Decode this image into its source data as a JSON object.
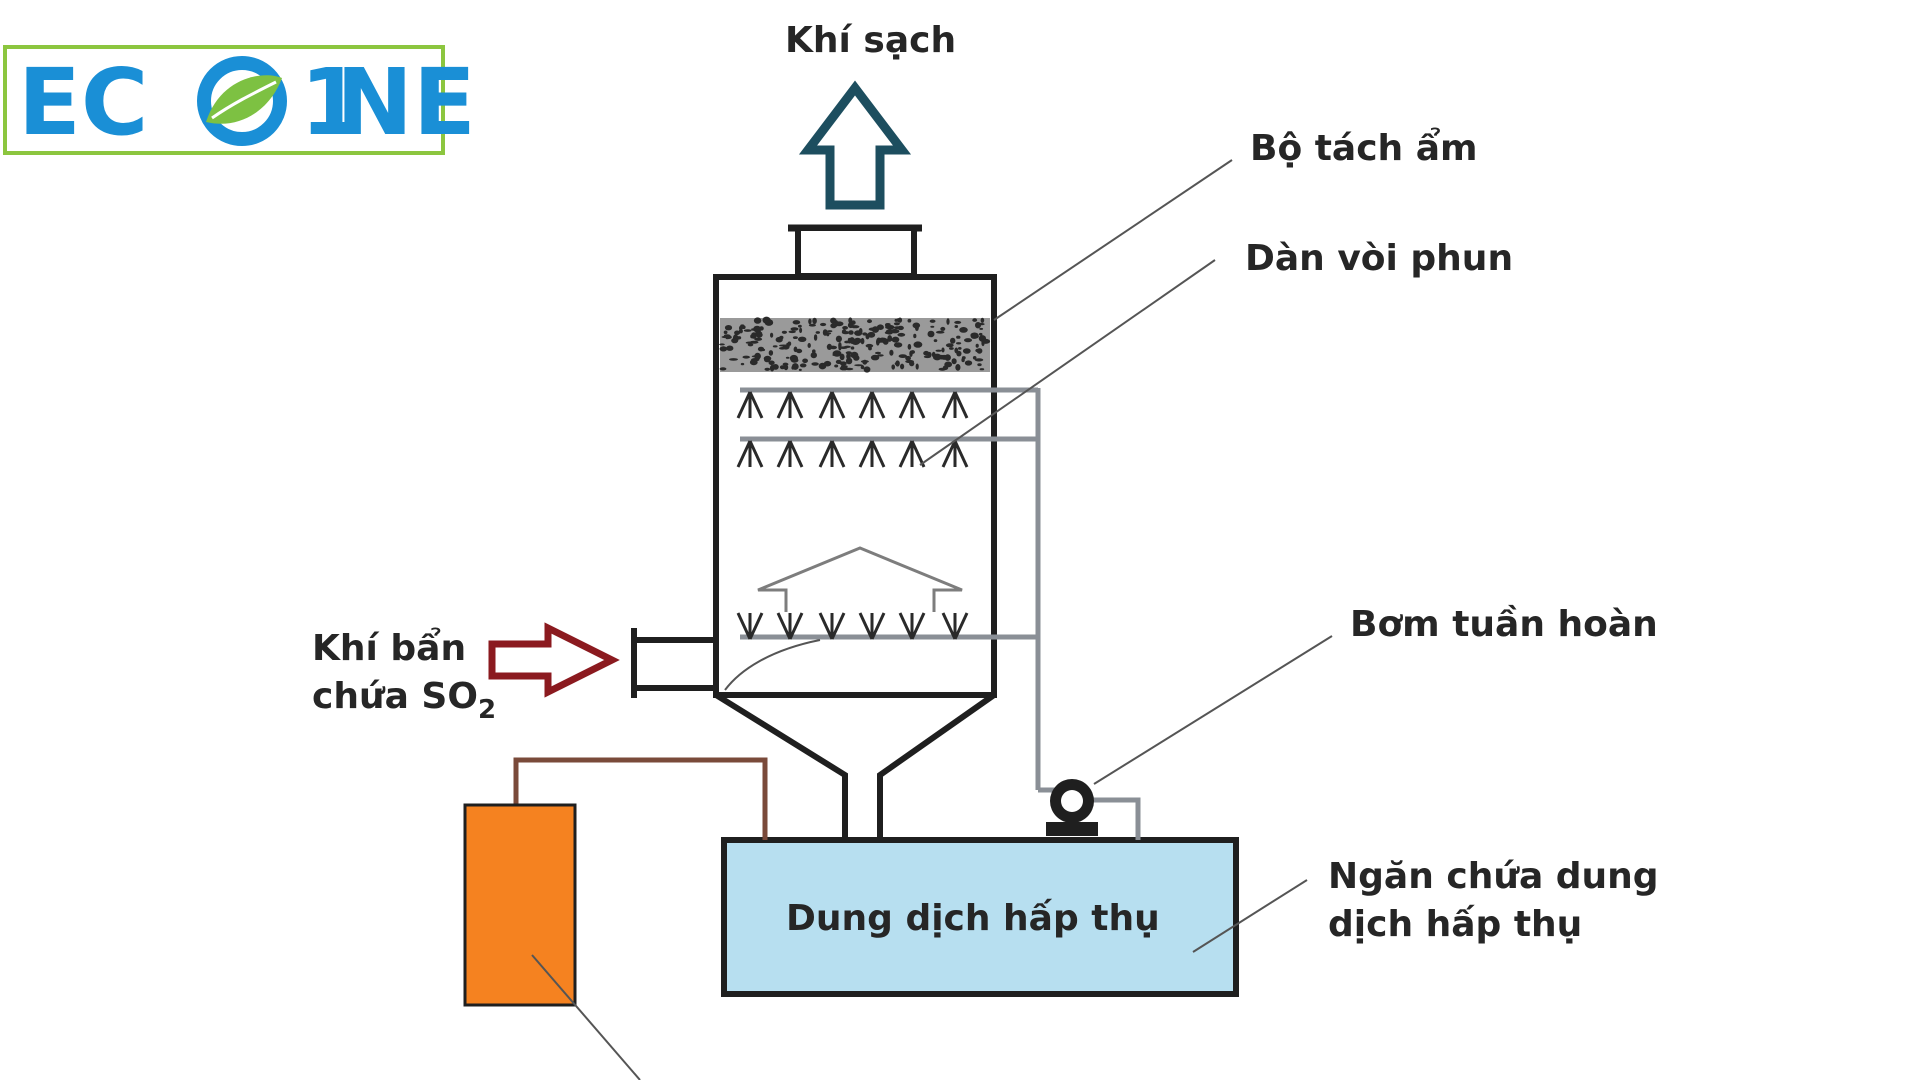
{
  "logo": {
    "text": "ECO1NE",
    "part_left": "EC",
    "part_right": "NE",
    "mark": "1",
    "colors": {
      "text": "#1a8fd6",
      "border": "#8cc63f",
      "leaf": "#7dc142"
    }
  },
  "labels": {
    "clean_gas": "Khí sạch",
    "demister": "Bộ tách ẩm",
    "spray_nozzles": "Dàn vòi phun",
    "dirty_gas_line1": "Khí bẩn",
    "dirty_gas_line2": "chứa SO",
    "dirty_gas_subscript": "2",
    "circulation_pump": "Bơm tuần hoàn",
    "tank_line1": "Ngăn chứa dung",
    "tank_line2": "dịch hấp thụ",
    "absorbent_solution": "Dung dịch hấp thụ"
  },
  "colors": {
    "outline": "#1f1f1f",
    "arrow_up": "#1d4e5f",
    "arrow_in": "#8b1a1f",
    "tank_fill": "#b7dff0",
    "dosing_tank_fill": "#f58220",
    "brown_pipe": "#7a4a3a",
    "grey_pipe": "#8a8f96"
  }
}
